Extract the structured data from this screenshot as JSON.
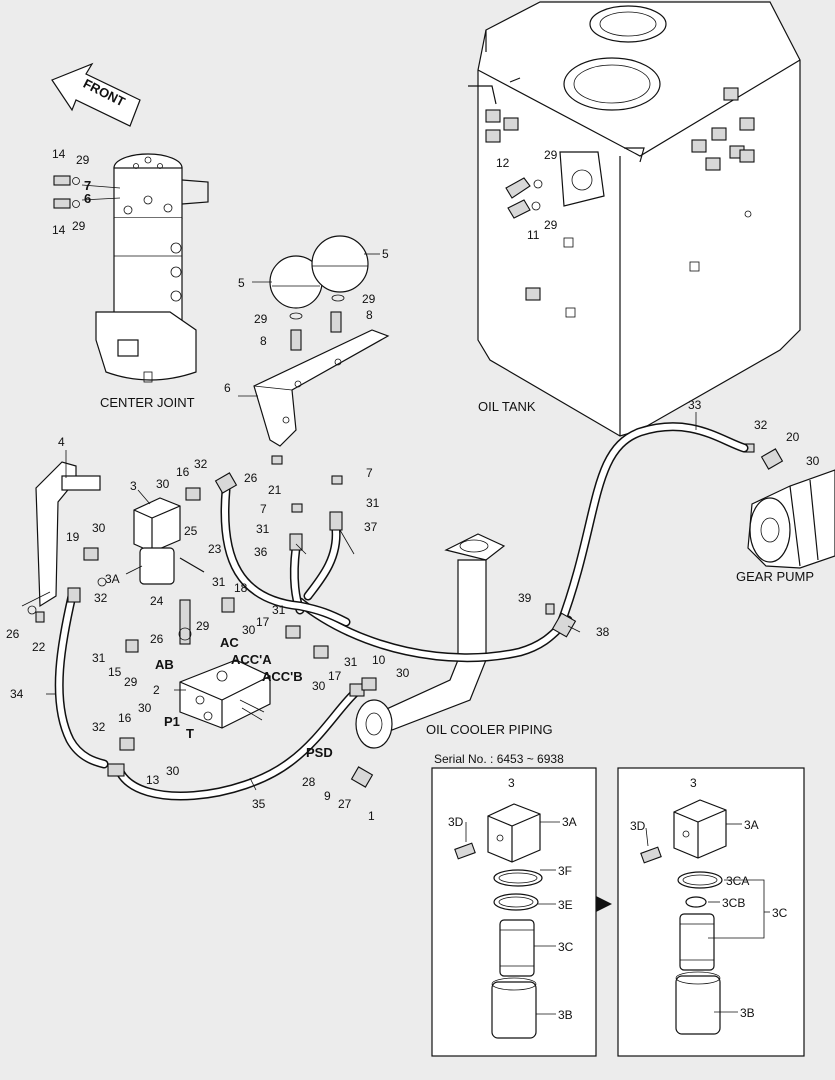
{
  "front_arrow": "FRONT",
  "captions": {
    "center_joint": "CENTER JOINT",
    "oil_tank": "OIL TANK",
    "gear_pump": "GEAR PUMP",
    "oil_cooler": "OIL COOLER PIPING"
  },
  "serial": "Serial No. : 6453 ~ 6938",
  "port_labels": {
    "ac": "AC",
    "acc_a": "ACC'A",
    "acc_b": "ACC'B",
    "ab": "AB",
    "p1": "P1",
    "t": "T",
    "psd": "PSD"
  },
  "callouts": {
    "n1": "1",
    "n2": "2",
    "n3": "3",
    "n3a": "3A",
    "n4": "4",
    "n5a": "5",
    "n5b": "5",
    "n6": "6",
    "n7a": "7",
    "n7b": "7",
    "n8a": "8",
    "n8b": "8",
    "n9": "9",
    "n10": "10",
    "n11": "11",
    "n12": "12",
    "n13": "13",
    "n14a": "14",
    "n14b": "14",
    "n15": "15",
    "n16a": "16",
    "n16b": "16",
    "n17a": "17",
    "n17b": "17",
    "n18": "18",
    "n19": "19",
    "n20": "20",
    "n21": "21",
    "n22": "22",
    "n23": "23",
    "n24": "24",
    "n25": "25",
    "n26a": "26",
    "n26b": "26",
    "n26c": "26",
    "n27": "27",
    "n28": "28",
    "n29a": "29",
    "n29b": "29",
    "n29c": "29",
    "n29d": "29",
    "n29e": "29",
    "n29f": "29",
    "n29g": "29",
    "n30a": "30",
    "n30b": "30",
    "n30c": "30",
    "n30d": "30",
    "n30e": "30",
    "n30f": "30",
    "n30g": "30",
    "n30h": "30",
    "n30i": "30",
    "n31a": "31",
    "n31b": "31",
    "n31c": "31",
    "n31d": "31",
    "n31e": "31",
    "n31f": "31",
    "n32a": "32",
    "n32b": "32",
    "n32c": "32",
    "n32d": "32",
    "n33": "33",
    "n34": "34",
    "n35": "35",
    "n36": "36",
    "n37": "37",
    "n38": "38",
    "n39": "39",
    "cj7": "7",
    "cj6": "6"
  },
  "inset": {
    "left_title": "3",
    "right_title": "3",
    "left_labels": {
      "a": "3A",
      "d": "3D",
      "f": "3F",
      "e": "3E",
      "c": "3C",
      "b": "3B"
    },
    "right_labels": {
      "a": "3A",
      "d": "3D",
      "ca": "3CA",
      "cb": "3CB",
      "c": "3C",
      "b": "3B"
    }
  }
}
